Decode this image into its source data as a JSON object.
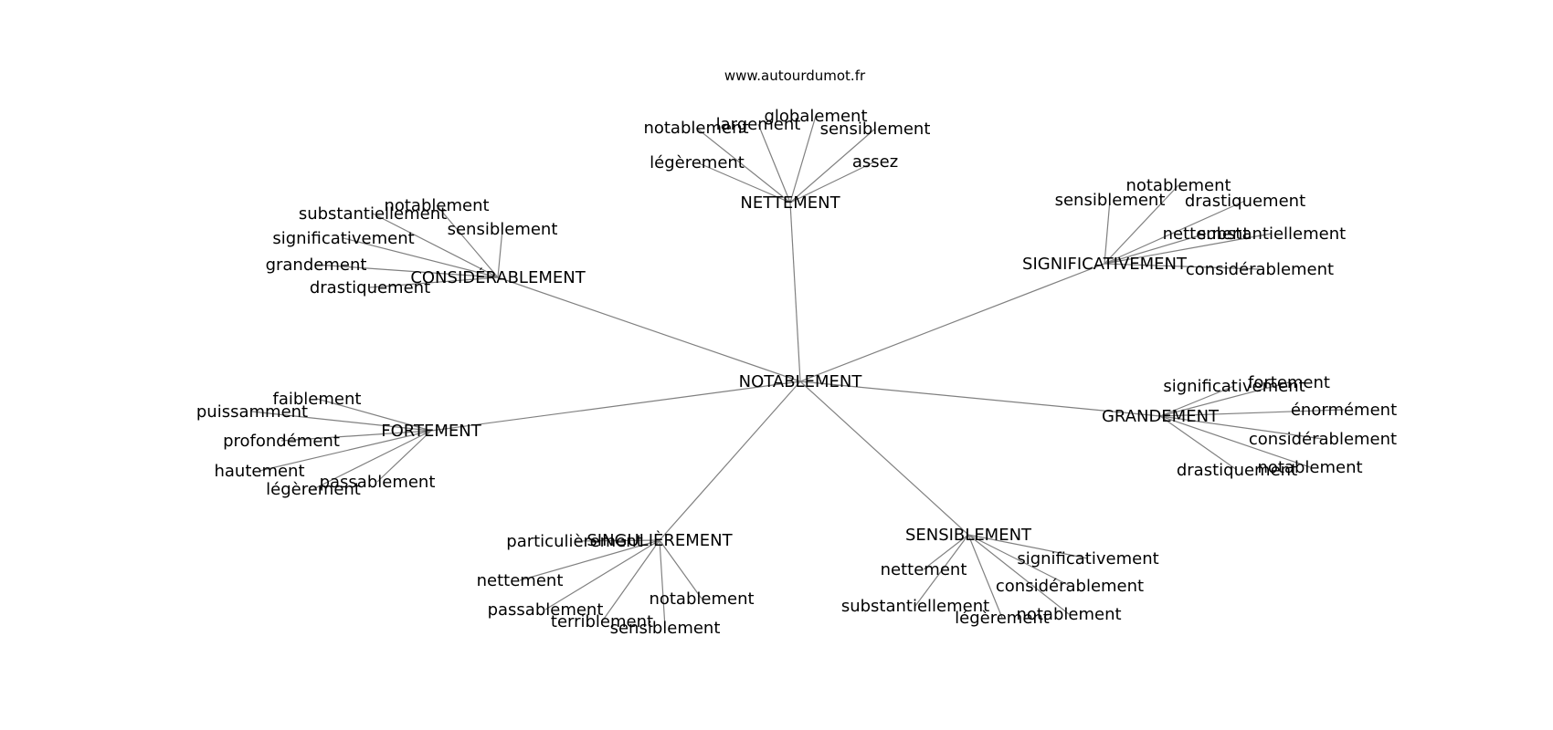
{
  "watermark": "www.autourdumot.fr",
  "colors": {
    "edge": "#808080",
    "text": "#000000",
    "background": "#ffffff"
  },
  "graph": {
    "center": {
      "id": "c",
      "label": "NOTABLEMENT"
    },
    "clusters": [
      {
        "id": "nettement",
        "label": "NETTEMENT",
        "leaves": [
          "notablement",
          "largement",
          "globalement",
          "sensiblement",
          "légèrement",
          "assez"
        ]
      },
      {
        "id": "considerablement",
        "label": "CONSIDÉRABLEMENT",
        "leaves": [
          "substantiellement",
          "notablement",
          "sensiblement",
          "significativement",
          "grandement",
          "drastiquement"
        ]
      },
      {
        "id": "significativement",
        "label": "SIGNIFICATIVEMENT",
        "leaves": [
          "notablement",
          "sensiblement",
          "drastiquement",
          "nettement",
          "substantiellement",
          "considérablement"
        ]
      },
      {
        "id": "fortement",
        "label": "FORTEMENT",
        "leaves": [
          "faiblement",
          "puissamment",
          "profondément",
          "hautement",
          "passablement",
          "légèrement"
        ]
      },
      {
        "id": "grandement",
        "label": "GRANDEMENT",
        "leaves": [
          "significativement",
          "fortement",
          "énormément",
          "considérablement",
          "drastiquement",
          "notablement"
        ]
      },
      {
        "id": "singulierement",
        "label": "SINGULIÈREMENT",
        "leaves": [
          "particulièrement",
          "nettement",
          "passablement",
          "terriblement",
          "sensiblement",
          "notablement"
        ]
      },
      {
        "id": "sensiblement",
        "label": "SENSIBLEMENT",
        "leaves": [
          "nettement",
          "significativement",
          "considérablement",
          "substantiellement",
          "légèrement",
          "notablement"
        ]
      }
    ]
  }
}
